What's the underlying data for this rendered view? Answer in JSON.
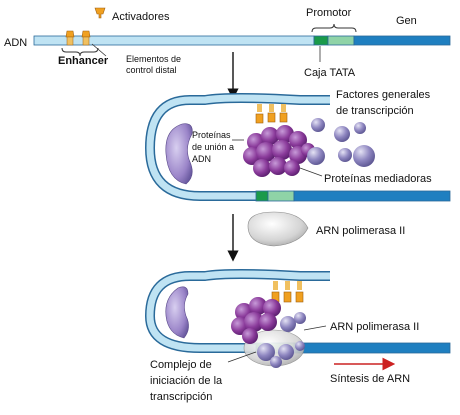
{
  "labels": {
    "activadores": "Activadores",
    "promotor": "Promotor",
    "gen": "Gen",
    "adn": "ADN",
    "enhancer": "Enhancer",
    "elementos_line1": "Elementos de",
    "elementos_line2": "control distal",
    "caja_tata": "Caja TATA",
    "factores_line1": "Factores generales",
    "factores_line2": "de transcripción",
    "proteinas_union_line1": "Proteínas",
    "proteinas_union_line2": "de unión a",
    "proteinas_union_line3": "ADN",
    "proteinas_mediadoras": "Proteínas mediadoras",
    "arn_pol_1": "ARN polimerasa II",
    "arn_pol_2": "ARN polimerasa II",
    "complejo_line1": "Complejo de",
    "complejo_line2": "iniciación de la",
    "complejo_line3": "transcripción",
    "sintesis": "Síntesis de ARN"
  },
  "colors": {
    "dna_light": "#bfe3f3",
    "dna_gene": "#1f7fc0",
    "dna_outline": "#2a6a9a",
    "tata_box": "#1a9a4a",
    "promoter_light": "#8fd3a7",
    "activator": "#f0a020",
    "dna_binding_protein": "#9a84c8",
    "mediator": "#8a3a9a",
    "gtf": "#8a80b8",
    "polymerase": "#d8d8d8",
    "arrow_red": "#cc2222"
  }
}
